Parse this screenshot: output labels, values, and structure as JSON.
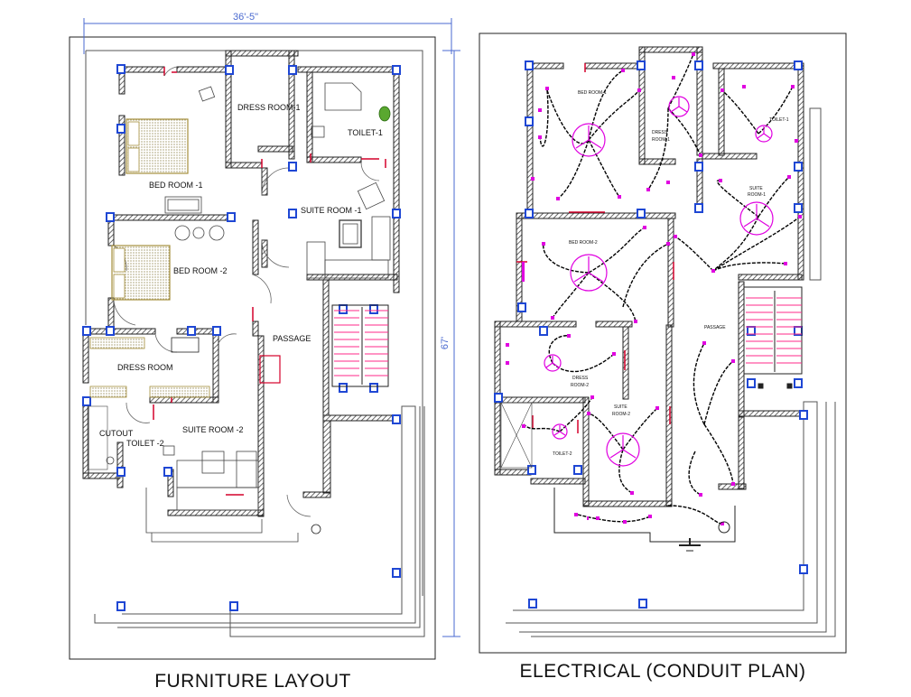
{
  "colors": {
    "wall": "#2e2e2e",
    "wall_hatch": "#6a6a6a",
    "column": "#1f47d4",
    "door": "#d4002a",
    "dim_line": "#4a6ad0",
    "conduit": "#000000",
    "fixture": "#e000e0",
    "furniture": "#444444",
    "bed": "#a58f3c",
    "stair": "#ff2a8a"
  },
  "furniture_layout": {
    "title": "FURNITURE LAYOUT",
    "dimension_width": "36'-5\"",
    "dimension_height": "67'",
    "rooms": {
      "bed_room_1": "BED ROOM -1",
      "dress_room_1": "DRESS ROOM-1",
      "toilet_1": "TOILET-1",
      "suite_room_1": "SUITE ROOM -1",
      "bed_room_2": "BED ROOM -2",
      "passage": "PASSAGE",
      "dress_room": "DRESS ROOM",
      "cutout": "CUTOUT",
      "toilet_2": "TOILET -2",
      "suite_room_2": "SUITE ROOM -2"
    }
  },
  "electrical_plan": {
    "title": "ELECTRICAL (CONDUIT PLAN)",
    "rooms": {
      "bed_room_1": "BED ROOM-1",
      "dress_room_1a": "DRESS",
      "dress_room_1b": "ROOM-1",
      "toilet_1": "TOILET-1",
      "suite_room_1a": "SUITE",
      "suite_room_1b": "ROOM-1",
      "bed_room_2": "BED ROOM-2",
      "passage": "PASSAGE",
      "dress_room_2a": "DRESS",
      "dress_room_2b": "ROOM-2",
      "suite_room_2a": "SUITE",
      "suite_room_2b": "ROOM-2",
      "toilet_2": "TOILET-2"
    }
  }
}
